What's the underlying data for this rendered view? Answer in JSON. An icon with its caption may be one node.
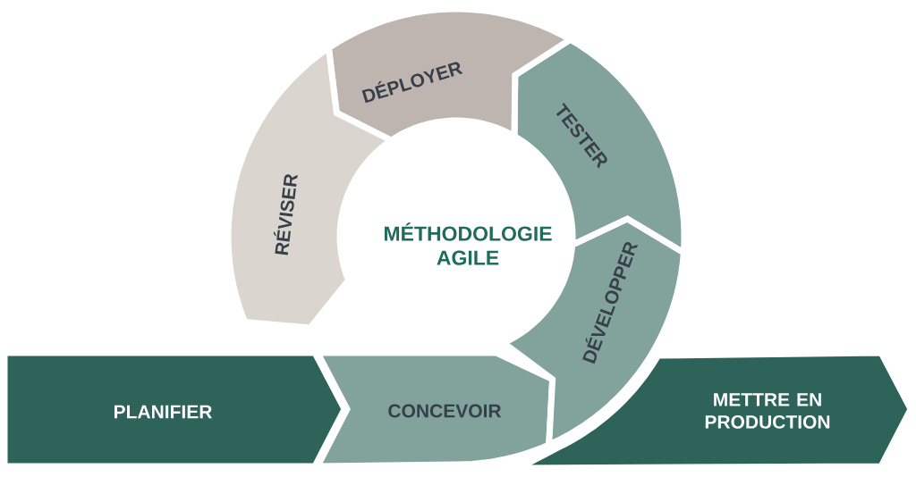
{
  "diagram": {
    "nodes": [
      {
        "text": [
          "PLANIFIER"
        ]
      },
      {
        "text": [
          "CONCEVOIR"
        ]
      },
      {
        "text": [
          "DÉVELOPPER"
        ]
      },
      {
        "text": [
          "TESTER"
        ]
      },
      {
        "text": [
          "DÉPLOYER"
        ]
      },
      {
        "text": [
          "RÉVISER"
        ]
      },
      {
        "text": [
          "METTRE EN PRODUCTION"
        ]
      }
    ],
    "labels": [
      "MÉTHODOLOGIE AGILE"
    ]
  }
}
